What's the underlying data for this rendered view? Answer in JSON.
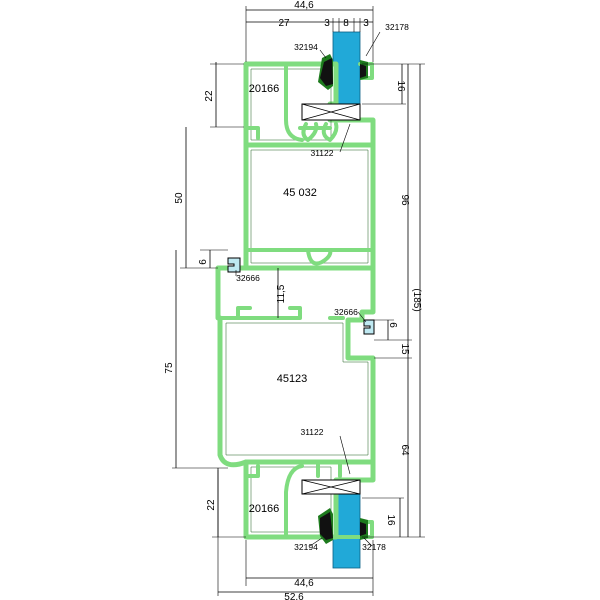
{
  "profiles": {
    "top_sash": "20166",
    "top_frame": "45 032",
    "bottom_frame": "45123",
    "bottom_sash": "20166"
  },
  "parts": {
    "gasket_top_left": "32194",
    "gasket_top_right": "32178",
    "spacer_top": "31122",
    "clip_left": "32666",
    "clip_right": "32666",
    "spacer_bottom": "31122",
    "gasket_bottom_left": "32194",
    "gasket_bottom_right": "32178"
  },
  "dimensions": {
    "top_width": "44,6",
    "top_27": "27",
    "top_3a": "3",
    "top_8": "8",
    "top_3b": "3",
    "left_22_top": "22",
    "left_50": "50",
    "left_6": "6",
    "left_11_5": "11,5",
    "left_75": "75",
    "left_22_bottom": "22",
    "right_16_top": "16",
    "right_96": "96",
    "right_185": "(185)",
    "right_6": "6",
    "right_15": "15",
    "right_64": "64",
    "right_16_bottom": "16",
    "bottom_width": "44,6",
    "bottom_total": "52,6"
  },
  "colors": {
    "profile": "#7fdc7f",
    "glass": "#21a9d8",
    "gasket": "#111111"
  }
}
